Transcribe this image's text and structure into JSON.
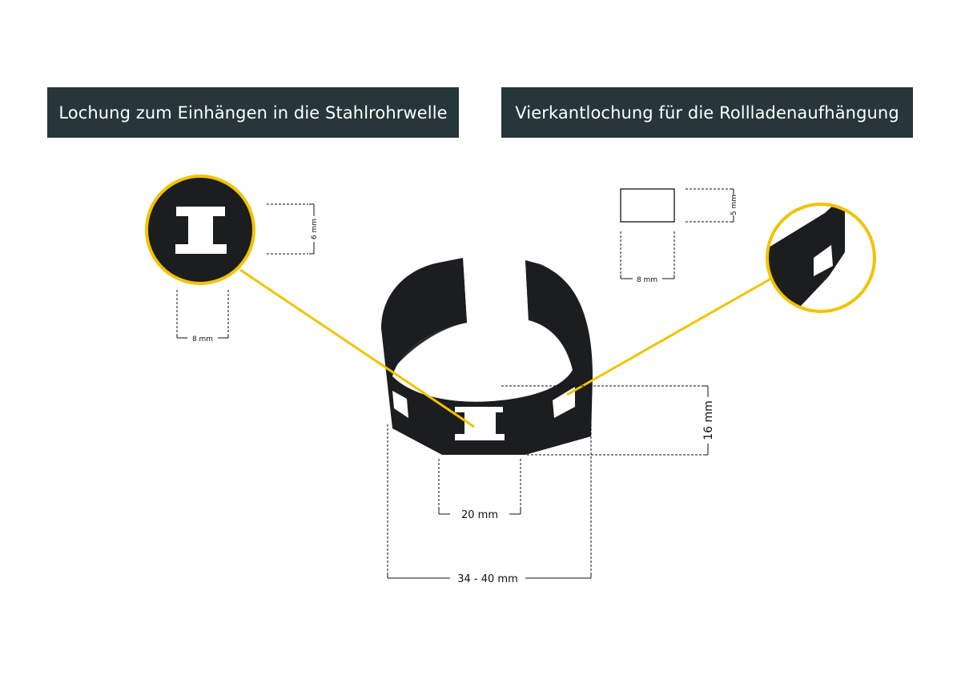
{
  "banners": {
    "left": "Lochung zum Einhängen in die Stahlrohrwelle",
    "right": "Vierkantlochung für die Rollladenaufhängung"
  },
  "left_detail": {
    "height_label": "6 mm",
    "width_label": "8 mm"
  },
  "right_detail": {
    "height_label": "5 mm",
    "width_label": "8 mm"
  },
  "main_dims": {
    "height_label": "16 mm",
    "inner_width_label": "20 mm",
    "total_width_label": "34 - 40 mm"
  },
  "colors": {
    "banner_bg": "#26363a",
    "highlight": "#f2c300",
    "part": "#1b1d1e"
  }
}
